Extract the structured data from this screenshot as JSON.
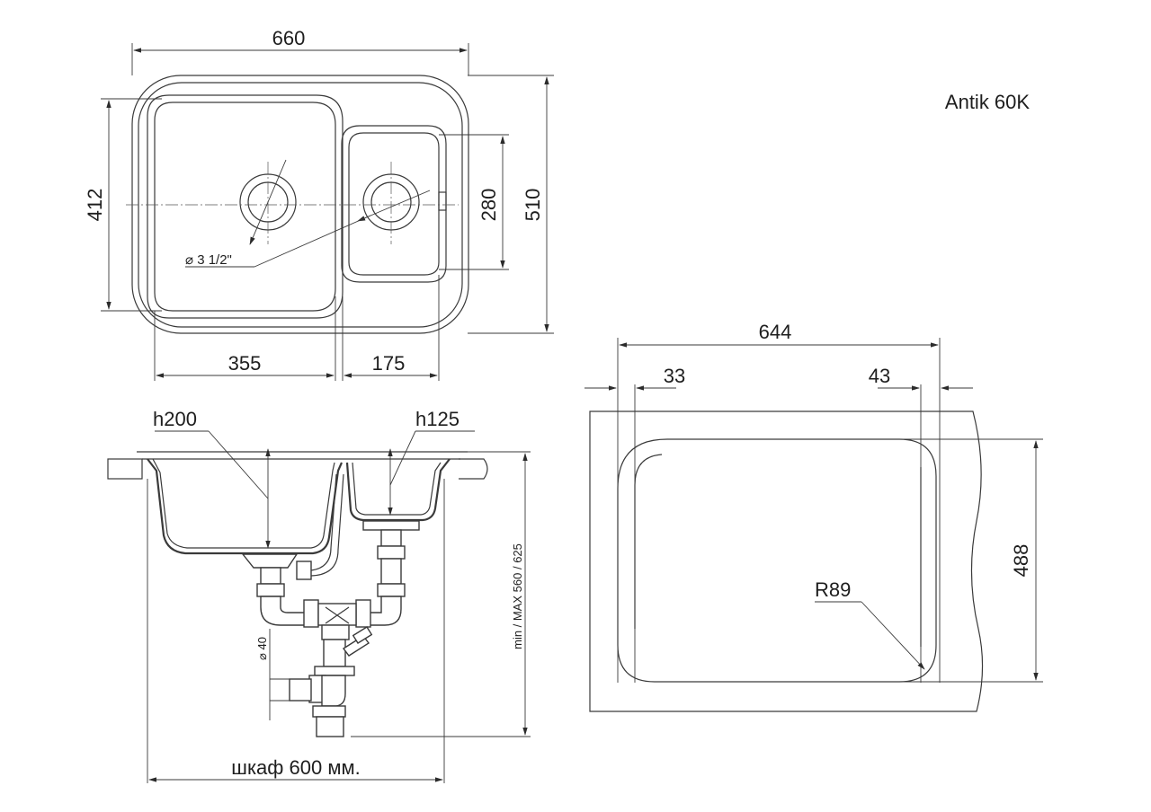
{
  "title": "Antik 60K",
  "top_view": {
    "width": "660",
    "depth": "510",
    "left_bowl_depth": "412",
    "right_bowl_depth": "280",
    "left_bowl_width": "355",
    "right_bowl_width": "175",
    "drain": "⌀ 3 1/2\""
  },
  "section_view": {
    "left_bowl_height": "h200",
    "right_bowl_height": "h125",
    "pipe_diameter": "⌀ 40",
    "mount_range": "min / MAX  560 / 625",
    "cabinet": "шкаф 600 мм."
  },
  "cutout_view": {
    "width": "644",
    "left_offset": "33",
    "right_offset": "43",
    "depth": "488",
    "radius": "R89"
  }
}
